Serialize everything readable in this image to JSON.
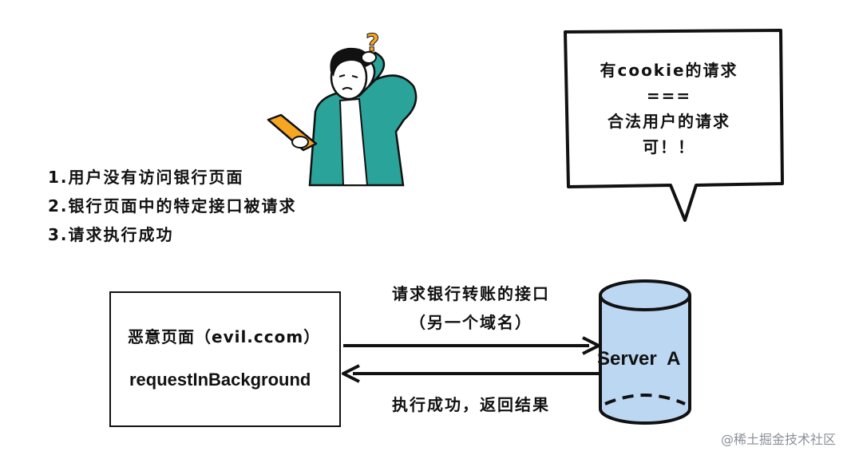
{
  "steps": [
    "1.用户没有访问银行页面",
    "2.银行页面中的特定接口被请求",
    "3.请求执行成功"
  ],
  "bubble": {
    "lines": [
      "有cookie的请求",
      "===",
      "合法用户的请求",
      "可！！"
    ]
  },
  "evil_page": {
    "title": "恶意页面（evil.ccom）",
    "function": "requestInBackground"
  },
  "arrows": {
    "request_line1": "请求银行转账的接口",
    "request_line2": "（另一个域名）",
    "response": "执行成功，返回结果"
  },
  "server": {
    "label": "Server  A",
    "color": "#bcd7f2"
  },
  "watermark": "@稀土掘金技术社区",
  "figure": {
    "question_mark": "?",
    "shirt_color": "#2aa39a",
    "tablet_color": "#f6a623"
  }
}
